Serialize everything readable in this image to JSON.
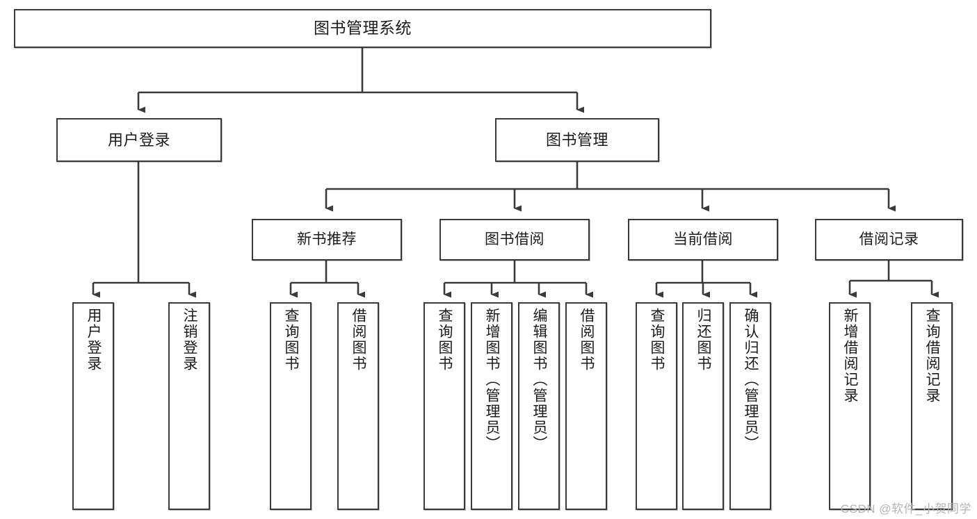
{
  "diagram": {
    "title": "图书管理系统",
    "type": "tree-hierarchy-diagram",
    "colors": {
      "node_border": "#3a3a3a",
      "node_fill": "#ffffff",
      "edge": "#3a3a3a",
      "text": "#1b1b1b",
      "watermark": "#b4b4b4",
      "background": "#ffffff"
    },
    "root": {
      "label": "图书管理系统"
    },
    "level1": [
      {
        "label": "用户登录"
      },
      {
        "label": "图书管理"
      }
    ],
    "level2": [
      {
        "label": "新书推荐"
      },
      {
        "label": "图书借阅"
      },
      {
        "label": "当前借阅"
      },
      {
        "label": "借阅记录"
      }
    ],
    "leaves": {
      "user_login": [
        {
          "label": "用户登录"
        },
        {
          "label": "注销登录"
        }
      ],
      "new_book_recommend": [
        {
          "label": "查询图书"
        },
        {
          "label": "借阅图书"
        }
      ],
      "book_borrow": [
        {
          "label": "查询图书"
        },
        {
          "label": "新增图书（管理员）"
        },
        {
          "label": "编辑图书（管理员）"
        },
        {
          "label": "借阅图书"
        }
      ],
      "current_borrow": [
        {
          "label": "查询图书"
        },
        {
          "label": "归还图书"
        },
        {
          "label": "确认归还（管理员）"
        }
      ],
      "borrow_record": [
        {
          "label": "新增借阅记录"
        },
        {
          "label": "查询借阅记录"
        }
      ]
    }
  },
  "watermark": {
    "text": "CSDN @软件_小贺同学"
  }
}
